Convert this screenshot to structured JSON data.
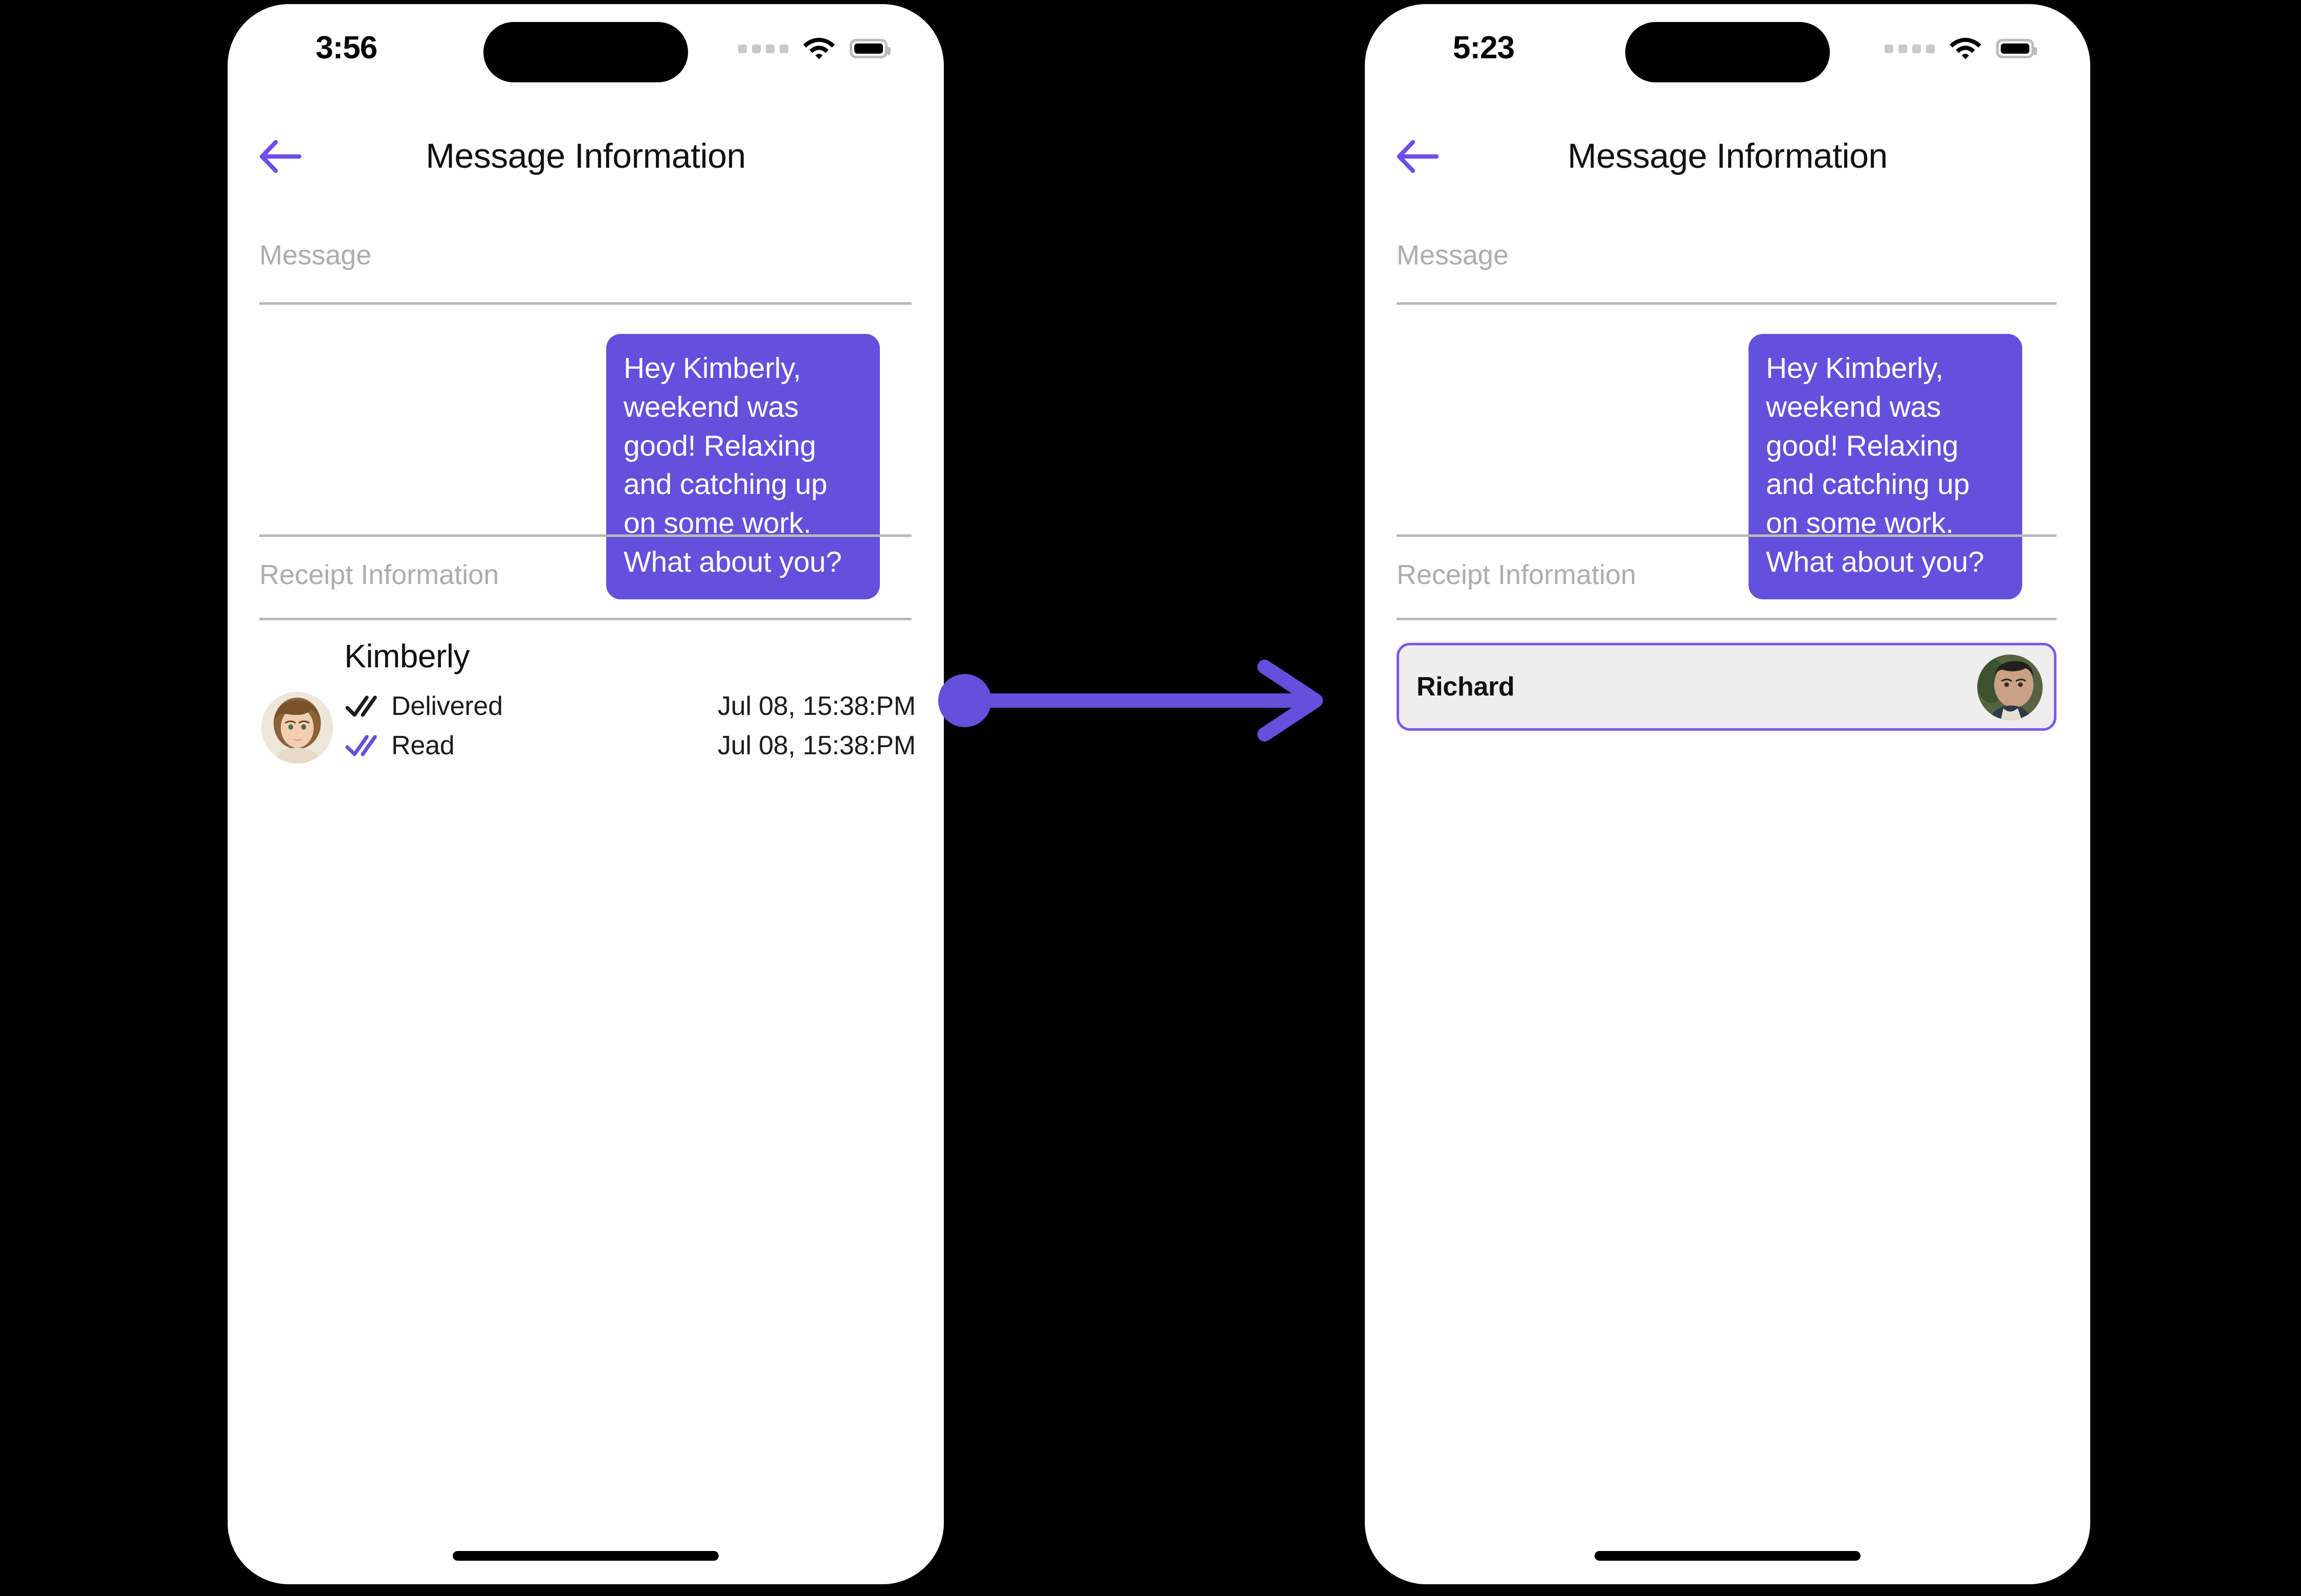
{
  "theme": {
    "accent_purple": "#6450DC",
    "card_border_purple": "#7B5CE6",
    "card_bg": "#eeeeef",
    "section_label_gray": "#adadad",
    "divider_gray": "#b9b9b9",
    "canvas_black": "#000000",
    "phone_bg": "#ffffff"
  },
  "screens": [
    {
      "id": "before",
      "status_bar": {
        "time": "3:56",
        "signal_icon": "signal-dots-icon",
        "wifi_icon": "wifi-icon",
        "battery_icon": "battery-full-icon"
      },
      "nav": {
        "back_icon": "back-arrow-icon",
        "title": "Message Information"
      },
      "sections": {
        "message_label": "Message",
        "receipt_label": "Receipt Information"
      },
      "message": {
        "text": "Hey Kimberly, weekend was good!  Relaxing and catching up on some work. What about you?",
        "align": "right"
      },
      "receipt": {
        "name": "Kimberly",
        "avatar_icon": "avatar-kimberly",
        "statuses": [
          {
            "icon": "double-check-icon",
            "icon_color": "#1c1c1e",
            "label": "Delivered",
            "timestamp": "Jul 08, 15:38:PM"
          },
          {
            "icon": "double-check-icon",
            "icon_color": "#6450DC",
            "label": "Read",
            "timestamp": "Jul 08, 15:38:PM"
          }
        ]
      },
      "home_indicator": "home-indicator"
    },
    {
      "id": "after",
      "status_bar": {
        "time": "5:23",
        "signal_icon": "signal-dots-icon",
        "wifi_icon": "wifi-icon",
        "battery_icon": "battery-full-icon"
      },
      "nav": {
        "back_icon": "back-arrow-icon",
        "title": "Message Information"
      },
      "sections": {
        "message_label": "Message",
        "receipt_label": "Receipt Information"
      },
      "message": {
        "text": "Hey Kimberly, weekend was good!  Relaxing and catching up on some work. What about you?",
        "align": "right"
      },
      "receipt_card": {
        "name": "Richard",
        "avatar_icon": "avatar-richard",
        "highlighted": true
      },
      "home_indicator": "home-indicator"
    }
  ],
  "connector": {
    "type": "arrow-right",
    "color": "#6450DC",
    "start_marker": "dot"
  }
}
